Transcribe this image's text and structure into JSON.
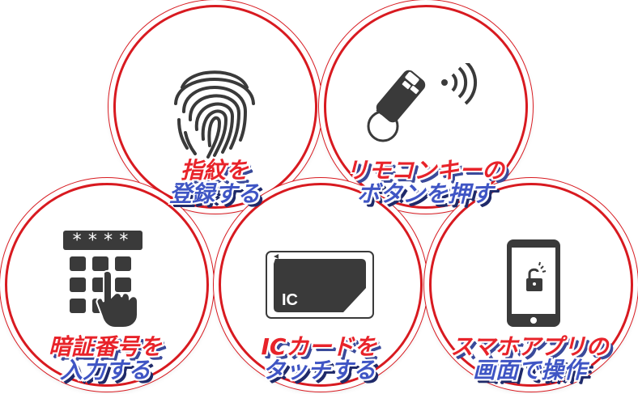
{
  "colors": {
    "accent_red": "#d81a20",
    "text_red": "#e8232a",
    "text_blue": "#3f55c4",
    "icon": "#3a3a3a"
  },
  "items": [
    {
      "id": "fingerprint",
      "icon": "fingerprint-icon",
      "line1": "指紋を",
      "line2": "登録する",
      "line1_color": "red"
    },
    {
      "id": "remote",
      "icon": "remote-key-icon",
      "line1": "リモコンキーの",
      "line2": "ボタンを押す",
      "line1_color": "red"
    },
    {
      "id": "pin",
      "icon": "keypad-icon",
      "line1": "暗証番号を",
      "line2": "入力する",
      "line1_color": "red",
      "pin_mask": "****"
    },
    {
      "id": "ic",
      "icon": "ic-card-icon",
      "line1": "ICカードを",
      "line2": "タッチする",
      "line1_color": "red",
      "card_label": "IC"
    },
    {
      "id": "app",
      "icon": "smartphone-lock-icon",
      "line1": "スマホアプリの",
      "line2": "画面で操作",
      "line1_color": "red"
    }
  ]
}
